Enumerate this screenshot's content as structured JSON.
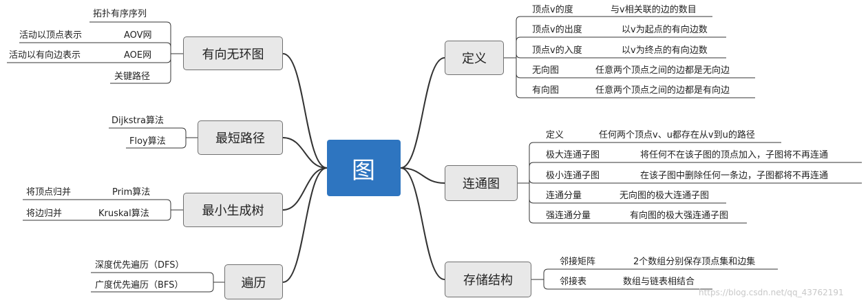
{
  "center": {
    "label": "图"
  },
  "left_topics": [
    {
      "label": "有向无环图",
      "items": [
        {
          "name": "拓扑有序序列",
          "desc": ""
        },
        {
          "name": "AOV网",
          "desc": "活动以顶点表示"
        },
        {
          "name": "AOE网",
          "desc": "活动以有向边表示"
        },
        {
          "name": "关键路径",
          "desc": ""
        }
      ]
    },
    {
      "label": "最短路径",
      "items": [
        {
          "name": "Dijkstra算法",
          "desc": ""
        },
        {
          "name": "Floy算法",
          "desc": ""
        }
      ]
    },
    {
      "label": "最小生成树",
      "items": [
        {
          "name": "Prim算法",
          "desc": "将顶点归并"
        },
        {
          "name": "Kruskal算法",
          "desc": "将边归并"
        }
      ]
    },
    {
      "label": "遍历",
      "items": [
        {
          "name": "深度优先遍历（DFS）",
          "desc": ""
        },
        {
          "name": "广度优先遍历（BFS）",
          "desc": ""
        }
      ]
    }
  ],
  "right_topics": [
    {
      "label": "定义",
      "items": [
        {
          "name": "顶点v的度",
          "desc": "与v相关联的边的数目"
        },
        {
          "name": "顶点v的出度",
          "desc": "以v为起点的有向边数"
        },
        {
          "name": "顶点v的入度",
          "desc": "以v为终点的有向边数"
        },
        {
          "name": "无向图",
          "desc": "任意两个顶点之间的边都是无向边"
        },
        {
          "name": "有向图",
          "desc": "任意两个顶点之间的边都是有向边"
        }
      ]
    },
    {
      "label": "连通图",
      "items": [
        {
          "name": "定义",
          "desc": "任何两个顶点v、u都存在从v到u的路径"
        },
        {
          "name": "极大连通子图",
          "desc": "将任何不在该子图的顶点加入，子图将不再连通"
        },
        {
          "name": "极小连通子图",
          "desc": "在该子图中删除任何一条边，子图都将不再连通"
        },
        {
          "name": "连通分量",
          "desc": "无向图的极大连通子图"
        },
        {
          "name": "强连通分量",
          "desc": "有向图的极大强连通子图"
        }
      ]
    },
    {
      "label": "存储结构",
      "items": [
        {
          "name": "邻接矩阵",
          "desc": "2个数组分别保存顶点集和边集"
        },
        {
          "name": "邻接表",
          "desc": "数组与链表相结合"
        }
      ]
    }
  ],
  "watermark": "https://blog.csdn.net/qq_43762191",
  "colors": {
    "center": "#2e75c0",
    "topic_bg": "#e8e8e8",
    "line": "#333333"
  }
}
